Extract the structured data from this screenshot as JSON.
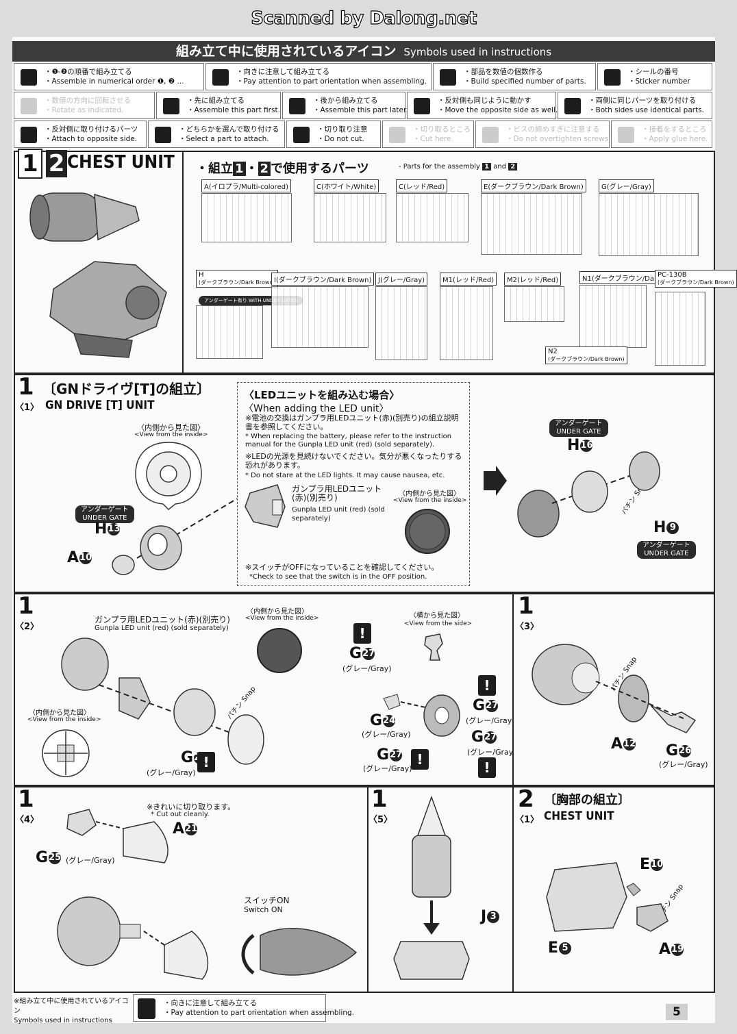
{
  "scan_credit": "Scanned by Dalong.net",
  "legend": {
    "title_jp": "組み立て中に使用されているアイコン",
    "title_en": "Symbols used in instructions",
    "symbols": [
      {
        "icon": "numbered-order-icon",
        "jp": "・❶-❷の順番で組み立てる",
        "en": "・Assemble in numerical order ❶, ❷ ..."
      },
      {
        "icon": "exclamation-icon",
        "jp": "・向きに注意して組み立てる",
        "en": "・Pay attention to part orientation when assembling."
      },
      {
        "icon": "times-two-icon",
        "jp": "・部品を数値の個数作る",
        "en": "・Build specified number of parts."
      },
      {
        "icon": "sticker-icon",
        "jp": "・シールの番号",
        "en": "・Sticker number"
      },
      {
        "icon": "rotate-icon",
        "jp": "・数値の方向に回転させる",
        "en": "・Rotate as indicated."
      },
      {
        "icon": "assemble-first-icon",
        "jp": "・先に組み立てる",
        "en": "・Assemble this part first."
      },
      {
        "icon": "assemble-later-icon",
        "jp": "・後から組み立てる",
        "en": "・Assemble this part later."
      },
      {
        "icon": "mirror-icon",
        "jp": "・反対側も同じように動かす",
        "en": "・Move the opposite side as well."
      },
      {
        "icon": "both-sides-icon",
        "jp": "・両側に同じパーツを取り付ける",
        "en": "・Both sides use identical parts."
      },
      {
        "icon": "opposite-side-icon",
        "jp": "・反対側に取り付けるパーツ",
        "en": "・Attach to opposite side."
      },
      {
        "icon": "select-part-icon",
        "jp": "・どちらかを選んで取り付ける",
        "en": "・Select a part to attach."
      },
      {
        "icon": "do-not-cut-icon",
        "jp": "・切り取り注意",
        "en": "・Do not cut."
      },
      {
        "icon": "cut-here-icon",
        "jp": "・切り取るところ",
        "en": "・Cut here."
      },
      {
        "icon": "screw-icon",
        "jp": "・ビスの締めすぎに注意する",
        "en": "・Do not overtighten screws."
      },
      {
        "icon": "glue-icon",
        "jp": "・接着をするところ",
        "en": "・Apply glue here."
      }
    ]
  },
  "parts_section": {
    "step_numbers": [
      "1",
      "2"
    ],
    "title": "CHEST UNIT",
    "heading_jp": "・組立",
    "heading_num1": "1",
    "heading_dot": "・",
    "heading_num2": "2",
    "heading_jp2": "で使用するパーツ",
    "heading_en": "- Parts for the assembly",
    "heading_en_num1": "1",
    "heading_en_and": "and",
    "heading_en_num2": "2",
    "runners": [
      {
        "label": "A(イロプラ/Multi-colored)"
      },
      {
        "label": "C(ホワイト/White)"
      },
      {
        "label": "C(レッド/Red)"
      },
      {
        "label": "E(ダークブラウン/Dark Brown)"
      },
      {
        "label": "G(グレー/Gray)"
      },
      {
        "label": "H",
        "sublabel": "(ダークブラウン/Dark Brown)",
        "badge": "アンダーゲート有り WITH UNDER GATES"
      },
      {
        "label": "I(ダークブラウン/Dark Brown)"
      },
      {
        "label": "J(グレー/Gray)"
      },
      {
        "label": "M1(レッド/Red)"
      },
      {
        "label": "M2(レッド/Red)"
      },
      {
        "label": "N1(ダークブラウン/Dark Brown)"
      },
      {
        "label": "PC-130B",
        "sublabel": "(ダークブラウン/Dark Brown)"
      },
      {
        "label": "N2",
        "sublabel": "(ダークブラウン/Dark Brown)"
      }
    ]
  },
  "step1_1": {
    "step": "1",
    "sub": "〈1〉",
    "title_jp": "〔GNドライヴ[T]の組立〕",
    "title_en": "GN DRIVE [T] UNIT",
    "view_inside_jp": "〈内側から見た図〉",
    "view_inside_en": "<View from the inside>",
    "under_gate_jp": "アンダーゲート",
    "under_gate_en": "UNDER GATE",
    "parts": {
      "h13": "H",
      "h13n": "13",
      "a10": "A",
      "a10n": "10",
      "h16": "H",
      "h16n": "16",
      "h9": "H",
      "h9n": "9"
    },
    "snap_jp": "パチン",
    "snap_en": "Snap",
    "led_box": {
      "title_jp": "〈LEDユニットを組み込む場合〉",
      "title_en": "〈When adding the LED unit〉",
      "note1_jp": "※電池の交換はガンプラ用LEDユニット(赤)(別売り)の組立説明書を参照してください。",
      "note1_en": "* When replacing the battery, please refer to the instruction manual for the Gunpla LED unit (red) (sold separately).",
      "note2_jp": "※LEDの光源を見続けないでください。気分が悪くなったりする恐れがあります。",
      "note2_en": "* Do not stare at the LED lights. It may cause nausea, etc.",
      "led_jp": "ガンプラ用LEDユニット(赤)(別売り)",
      "led_en": "Gunpla LED unit (red) (sold separately)",
      "switch_jp": "※スイッチがOFFになっていることを確認してください。",
      "switch_en": "*Check to see that the switch is in the OFF position."
    }
  },
  "step1_2": {
    "step": "1",
    "sub": "〈2〉",
    "led_jp": "ガンプラ用LEDユニット(赤)(別売り)",
    "led_en": "Gunpla LED unit (red) (sold separately)",
    "view_inside_jp": "〈内側から見た図〉",
    "view_inside_en": "<View from the inside>",
    "view_side_jp": "〈横から見た図〉",
    "view_side_en": "<View from the side>",
    "snap_jp": "パチン",
    "snap_en": "Snap",
    "gray": "(グレー/Gray)",
    "g": "G",
    "g23": "23",
    "g24": "24",
    "g27": "27"
  },
  "step1_3": {
    "step": "1",
    "sub": "〈3〉",
    "snap_jp": "パチン",
    "snap_en": "Snap",
    "a": "A",
    "a12": "12",
    "g": "G",
    "g26": "26",
    "gray": "(グレー/Gray)"
  },
  "step1_4": {
    "step": "1",
    "sub": "〈4〉",
    "note_jp": "※きれいに切り取ります。",
    "note_en": "* Cut out cleanly.",
    "a": "A",
    "a21": "21",
    "g": "G",
    "g25": "25",
    "gray": "(グレー/Gray)",
    "switch_jp": "スイッチON",
    "switch_en": "Switch ON"
  },
  "step1_5": {
    "step": "1",
    "sub": "〈5〉",
    "j": "J",
    "j3": "3"
  },
  "step2_1": {
    "step": "2",
    "sub": "〈1〉",
    "title_jp": "〔胸部の組立〕",
    "title_en": "CHEST UNIT",
    "e": "E",
    "e10": "10",
    "e5": "5",
    "a": "A",
    "a19": "19",
    "snap_jp": "パチン",
    "snap_en": "Snap"
  },
  "footer": {
    "legend_jp": "※組み立て中に使用されているアイコン",
    "legend_en": "Symbols used in instructions",
    "icon_jp": "・向きに注意して組み立てる",
    "icon_en": "・Pay attention to part orientation when assembling.",
    "page_number": "5"
  }
}
